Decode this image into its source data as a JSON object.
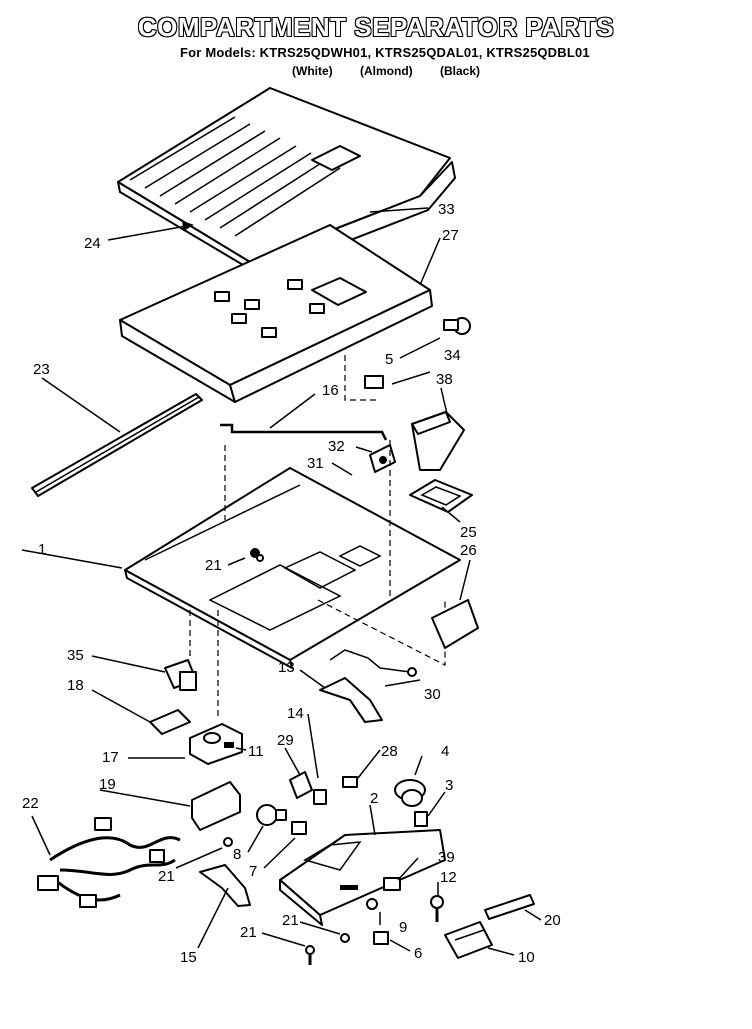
{
  "header": {
    "title": "COMPARTMENT SEPARATOR PARTS",
    "models_line": "For Models: KTRS25QDWH01, KTRS25QDAL01, KTRS25QDBL01",
    "variant_white": "(White)",
    "variant_almond": "(Almond)",
    "variant_black": "(Black)"
  },
  "callouts": {
    "c1": "1",
    "c3": "3",
    "c4": "4",
    "c5": "5",
    "c6": "6",
    "c7": "7",
    "c8": "8",
    "c9": "9",
    "c10": "10",
    "c11": "11",
    "c12": "12",
    "c13": "13",
    "c14": "14",
    "c15": "15",
    "c16": "16",
    "c17": "17",
    "c18": "18",
    "c19": "19",
    "c20": "20",
    "c21a": "21",
    "c21b": "21",
    "c21c": "21",
    "c21d": "21",
    "c22": "22",
    "c23": "23",
    "c24": "24",
    "c25": "25",
    "c26": "26",
    "c27": "27",
    "c28": "28",
    "c29": "29",
    "c2": "2",
    "c30": "30",
    "c31": "31",
    "c32": "32",
    "c33": "33",
    "c34": "34",
    "c35": "35",
    "c38": "38",
    "c39": "39"
  }
}
